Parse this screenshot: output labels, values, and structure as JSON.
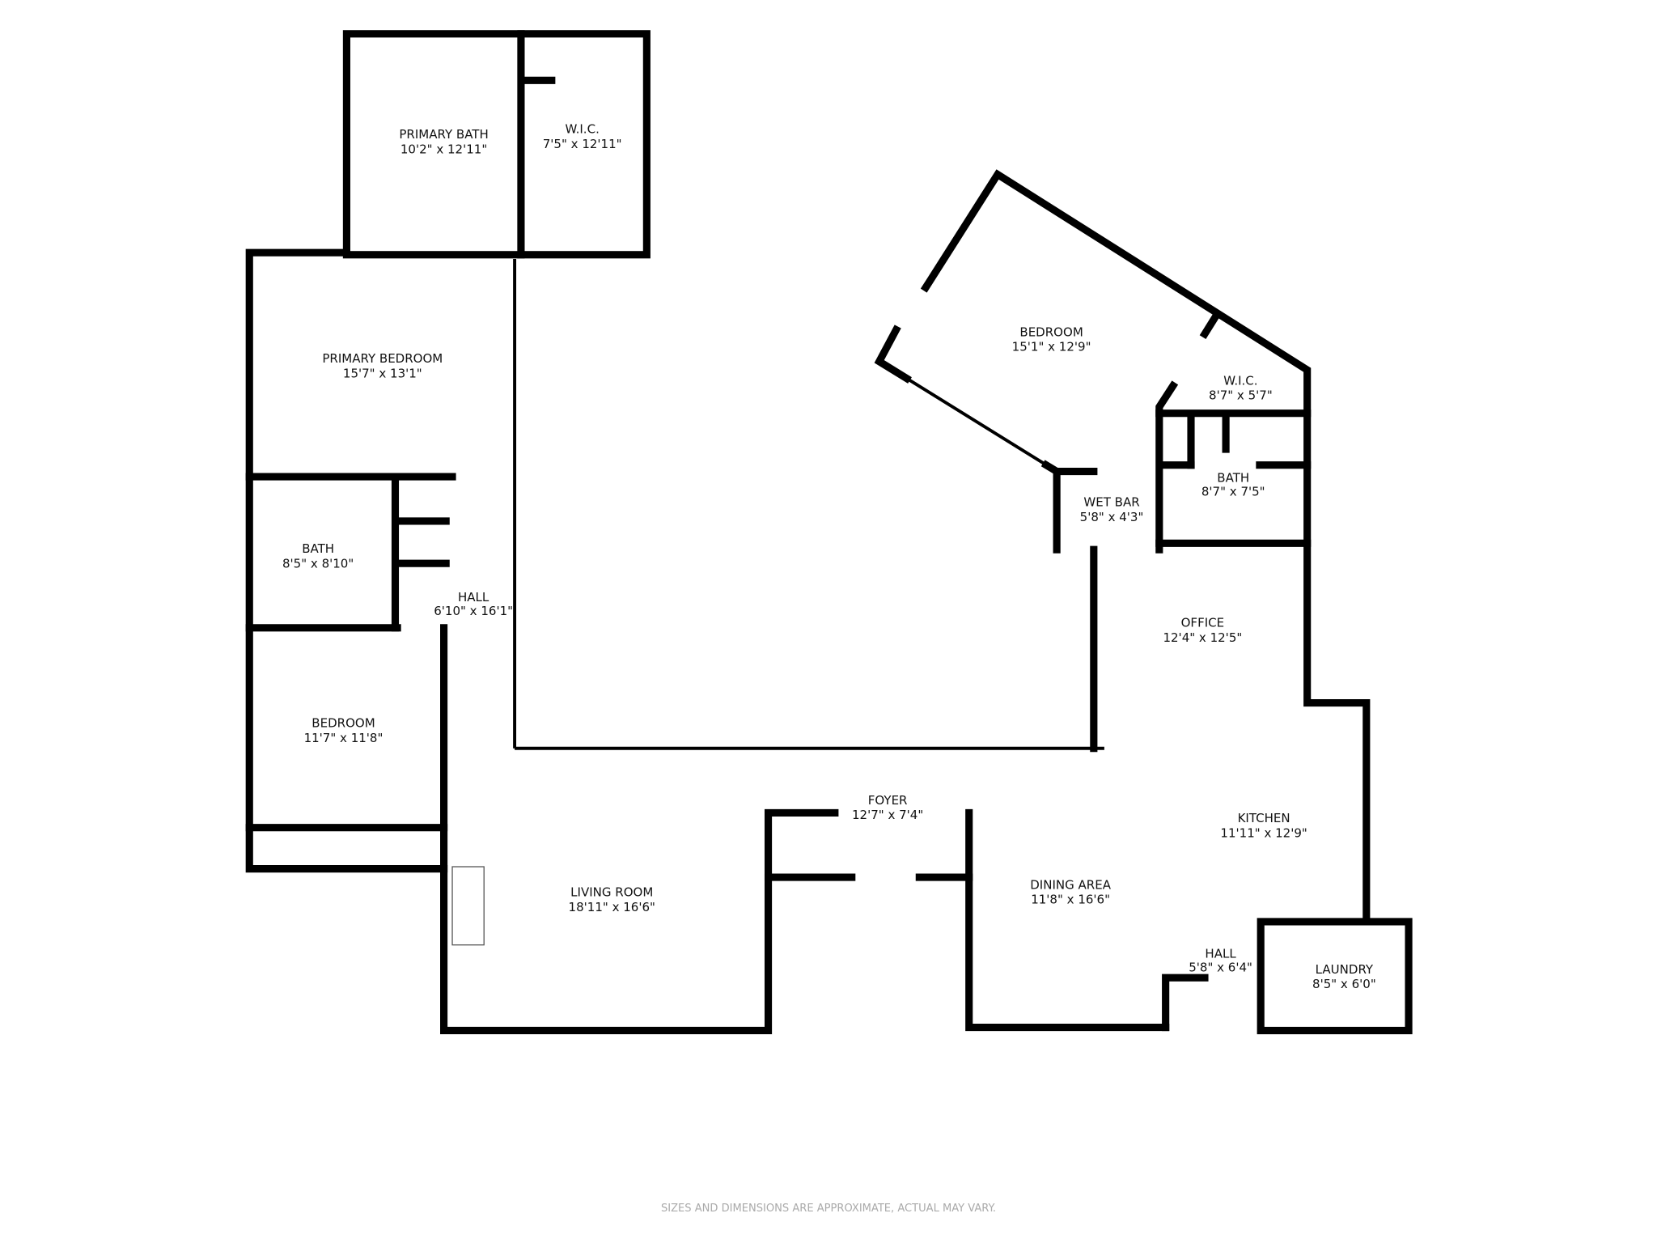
{
  "rooms": [
    {
      "name": "PRIMARY BATH",
      "size": "10'2\" x 12'11\""
    },
    {
      "name": "W.I.C.",
      "size": "7'5\" x 12'11\""
    },
    {
      "name": "PRIMARY BEDROOM",
      "size": "15'7\" x 13'1\""
    },
    {
      "name": "BATH",
      "size": "8'5\" x 8'10\""
    },
    {
      "name": "HALL",
      "size": "6'10\" x 16'1\""
    },
    {
      "name": "BEDROOM",
      "size": "11'7\" x 11'8\""
    },
    {
      "name": "LIVING ROOM",
      "size": "18'11\" x 16'6\""
    },
    {
      "name": "FOYER",
      "size": "12'7\" x 7'4\""
    },
    {
      "name": "BEDROOM",
      "size": "15'1\" x 12'9\""
    },
    {
      "name": "W.I.C.",
      "size": "8'7\" x 5'7\""
    },
    {
      "name": "WET BAR",
      "size": "5'8\" x 4'3\""
    },
    {
      "name": "BATH",
      "size": "8'7\" x 7'5\""
    },
    {
      "name": "OFFICE",
      "size": "12'4\" x 12'5\""
    },
    {
      "name": "KITCHEN",
      "size": "11'11\" x 12'9\""
    },
    {
      "name": "DINING AREA",
      "size": "11'8\" x 16'6\""
    },
    {
      "name": "HALL",
      "size": "5'8\" x 6'4\""
    },
    {
      "name": "LAUNDRY",
      "size": "8'5\" x 6'0\""
    }
  ],
  "disclaimer": "SIZES AND DIMENSIONS ARE APPROXIMATE, ACTUAL MAY VARY."
}
